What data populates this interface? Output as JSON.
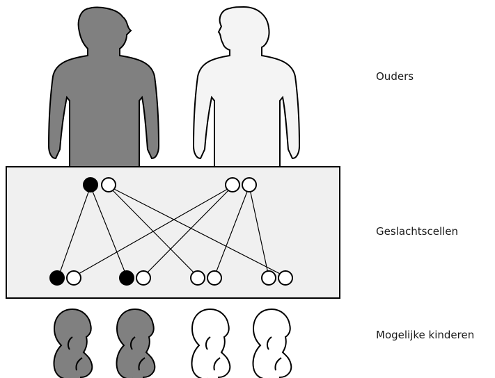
{
  "labels": {
    "parents": "Ouders",
    "gametes": "Geslachtscellen",
    "children": "Mogelijke kinderen"
  },
  "colors": {
    "affected_fill": "#808080",
    "unaffected_fill": "#f4f4f4",
    "gamete_box_fill": "#f0f0f0",
    "outline": "#000000",
    "affected_allele": "#000000",
    "normal_allele": "#ffffff",
    "child_affected": "#808080",
    "child_unaffected": "#ffffff"
  },
  "parents": [
    {
      "id": "father",
      "affected": true,
      "alleles": [
        "affected",
        "normal"
      ]
    },
    {
      "id": "mother",
      "affected": false,
      "alleles": [
        "normal",
        "normal"
      ]
    }
  ],
  "gamete_combinations": [
    [
      "affected",
      "normal"
    ],
    [
      "affected",
      "normal"
    ],
    [
      "normal",
      "normal"
    ],
    [
      "normal",
      "normal"
    ]
  ],
  "children": [
    {
      "affected": true
    },
    {
      "affected": true
    },
    {
      "affected": false
    },
    {
      "affected": false
    }
  ]
}
